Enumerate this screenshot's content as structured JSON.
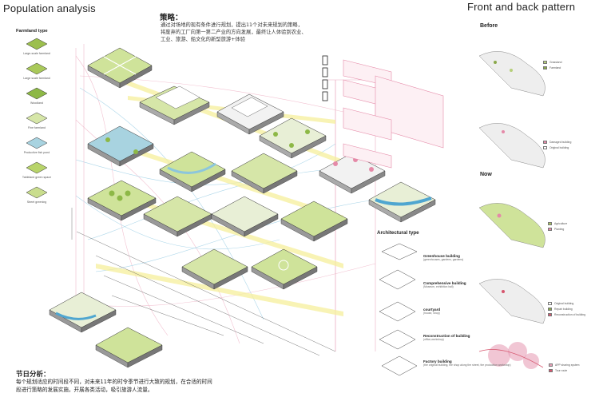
{
  "titles": {
    "population_analysis": "Population analysis",
    "front_back_pattern": "Front and back pattern"
  },
  "strategy": {
    "heading": "策略：",
    "lines": [
      "通过对场地的现有条件进行规划，提出11个对未来规划的策略，",
      "将废弃的工厂向第一第二产业的方向发展，最终让人体验到农业、",
      "工业、旅游、船文化的新型旅游+体验"
    ]
  },
  "farmland": {
    "title": "Farmland type",
    "items": [
      {
        "label": "Large-scale farmland",
        "color": "#9cbf4e"
      },
      {
        "label": "Large scale farmland",
        "color": "#a9c95a"
      },
      {
        "label": "Woodland",
        "color": "#8db846"
      },
      {
        "label": "Fine farmland",
        "color": "#d6e6a8"
      },
      {
        "label": "Productive fish pond",
        "color": "#a8d3e0"
      },
      {
        "label": "Tableland green space",
        "color": "#b8d46a"
      },
      {
        "label": "Street greening",
        "color": "#c9dd8d"
      }
    ]
  },
  "architectural": {
    "title": "Architectural type",
    "items": [
      {
        "name": "Greenhouse building",
        "sub": "(greenhouses, gardens, gardens)"
      },
      {
        "name": "Comprehensive building",
        "sub": "(Museum, exhibition hall)"
      },
      {
        "name": "courtyard",
        "sub": "(house, shop)"
      },
      {
        "name": "Reconstruction of building",
        "sub": "(office,workshop)"
      },
      {
        "name": "Factory building",
        "sub": "(the original building, the shop along the street, the production workshop)"
      }
    ]
  },
  "before_now": {
    "before": "Before",
    "now": "Now",
    "legend_before_1": [
      {
        "label": "Grassland",
        "color": "#b6cf7a"
      },
      {
        "label": "Farmland",
        "color": "#8aa84a"
      }
    ],
    "legend_before_2": [
      {
        "label": "Damaged building",
        "color": "#e58aa8"
      },
      {
        "label": "Original building",
        "color": "#ffffff"
      }
    ],
    "legend_now_1": [
      {
        "label": "Agriculture",
        "color": "#a6c45a"
      },
      {
        "label": "Planting",
        "color": "#e58aa8"
      }
    ],
    "legend_now_2": [
      {
        "label": "Original building",
        "color": "#ffffff"
      },
      {
        "label": "Repair building",
        "color": "#8aa84a"
      },
      {
        "label": "Reconstruction of building",
        "color": "#d6566e"
      }
    ],
    "legend_now_3": [
      {
        "label": "APP sharing system",
        "color": "#e8a0b8"
      },
      {
        "label": "Tour route",
        "color": "#d6566e"
      }
    ]
  },
  "schedule": {
    "heading": "节日分析：",
    "lines": [
      "每个规划适应的时间段不同，对未来11年的时令季节进行大致的规划，在合适的时间",
      "段进行策略的发展实施，开展各类活动，吸引旅游人流量。"
    ]
  },
  "colors": {
    "green": "#a7c75a",
    "green_dark": "#7e9e3a",
    "blue": "#8cc6dc",
    "pink": "#e8a0b8",
    "yellow": "#f6ef9c",
    "line_blue": "#9fd0e6",
    "line_pink": "#f0b7c9"
  }
}
